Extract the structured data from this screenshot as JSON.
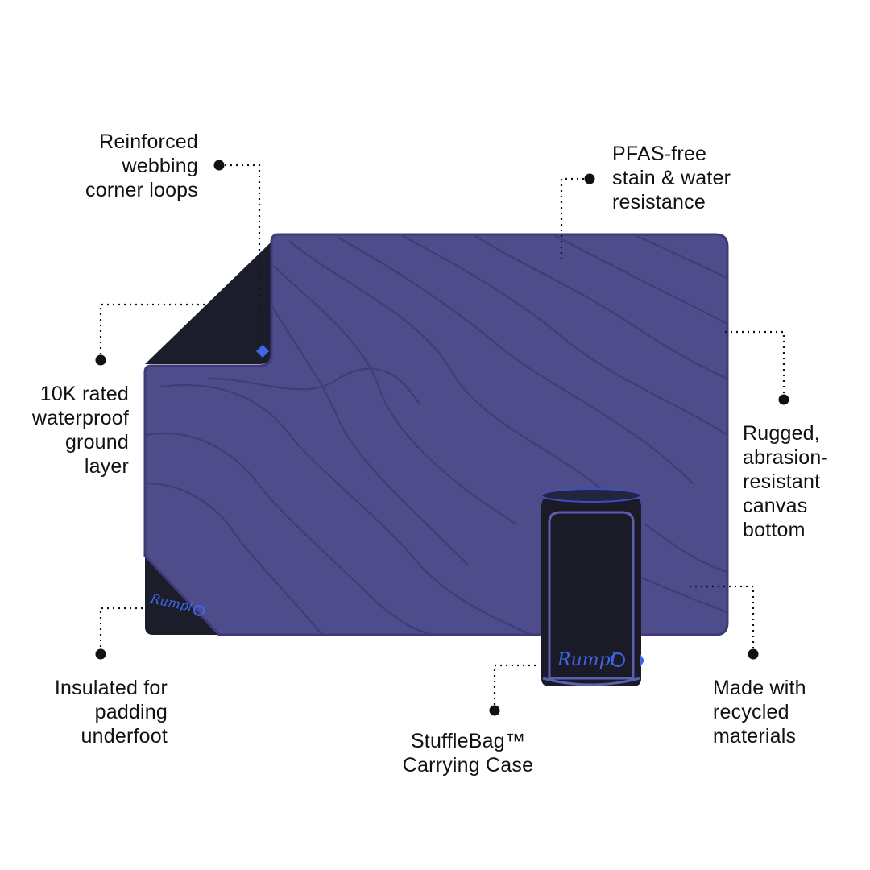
{
  "labels": {
    "corner_loops": "Reinforced\nwebbing\ncorner loops",
    "pfas": "PFAS-free\nstain & water\nresistance",
    "waterproof": "10K rated\nwaterproof\nground\nlayer",
    "canvas": "Rugged,\nabrasion-\nresistant\ncanvas\nbottom",
    "insulated": "Insulated for\npadding\nunderfoot",
    "stuffle": "StuffleBag™\nCarrying Case",
    "recycled": "Made with\nrecycled\nmaterials"
  },
  "brand": {
    "logo_text": "Rumpl",
    "logo_icon": "rumpl-mountain-icon"
  },
  "colors": {
    "blanket_top": "#4f4c8c",
    "blanket_edge": "#3a3672",
    "blanket_bottom": "#1c1d2b",
    "bag_body": "#1a1b26",
    "accent_blue": "#3f66e8",
    "leader_line": "#111111"
  }
}
